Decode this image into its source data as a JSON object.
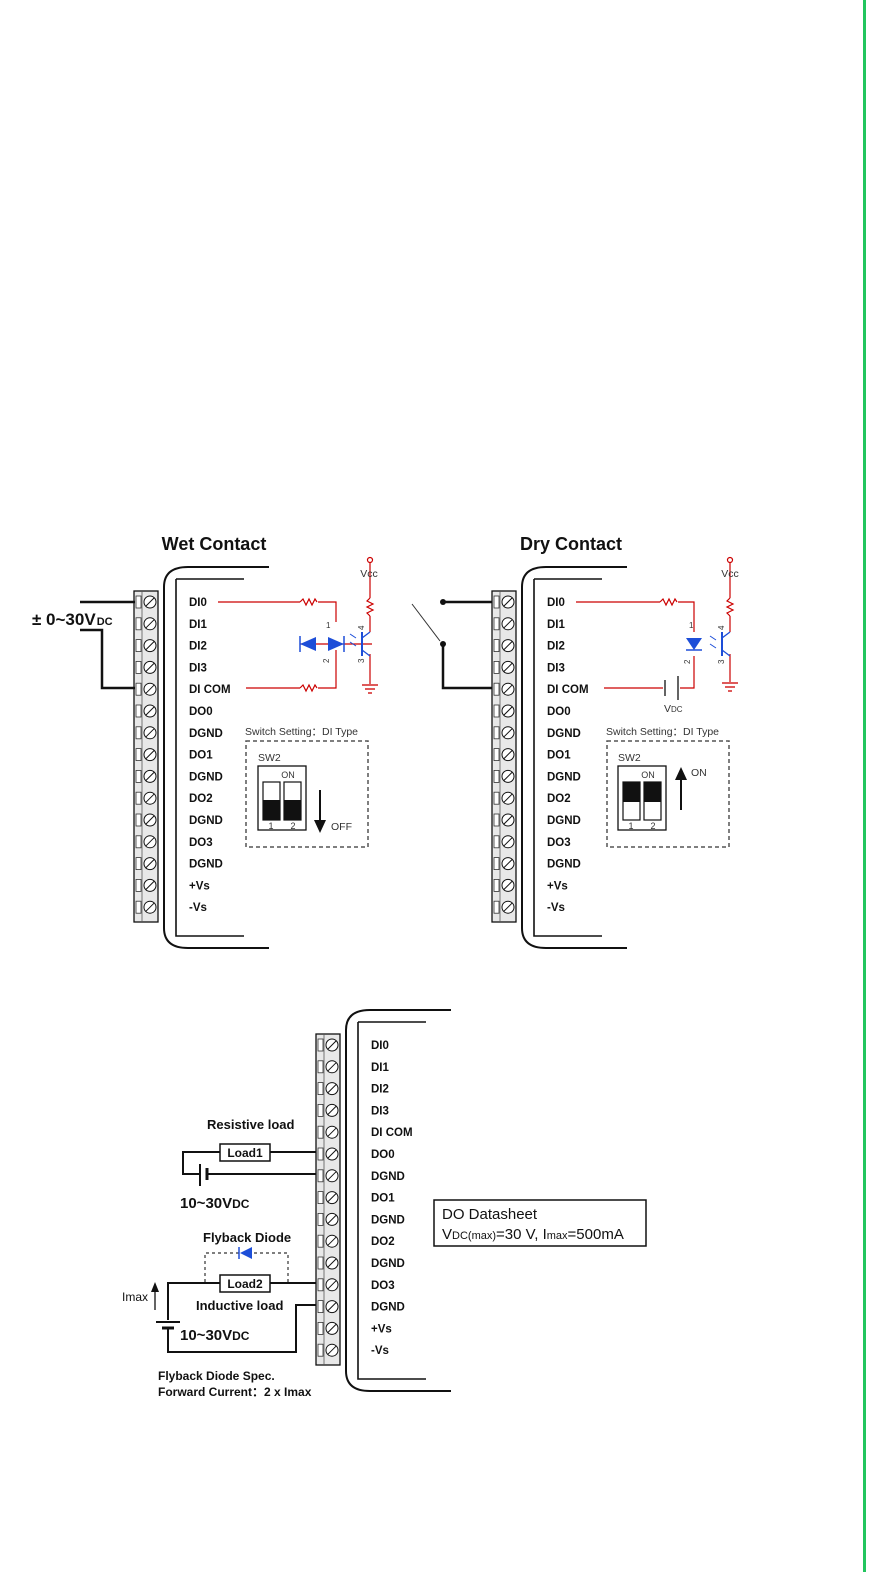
{
  "wet": {
    "title": "Wet Contact",
    "voltage_main": "± 0~30V",
    "voltage_sub": "DC",
    "vcc": "Vcc",
    "pin1": "1",
    "pin2": "2",
    "pin3": "3",
    "pin4": "4",
    "switch_title": "Switch Setting：DI Type",
    "sw_name": "SW2",
    "sw_on": "ON",
    "sw_n1": "1",
    "sw_n2": "2",
    "dir_label": "OFF"
  },
  "dry": {
    "title": "Dry Contact",
    "vcc": "Vcc",
    "vdc_main": "V",
    "vdc_sub": "DC",
    "pin1": "1",
    "pin2": "2",
    "pin3": "3",
    "pin4": "4",
    "switch_title": "Switch Setting：DI Type",
    "sw_name": "SW2",
    "sw_on": "ON",
    "sw_n1": "1",
    "sw_n2": "2",
    "dir_label": "ON"
  },
  "terminals": [
    "DI0",
    "DI1",
    "DI2",
    "DI3",
    "DI COM",
    "DO0",
    "DGND",
    "DO1",
    "DGND",
    "DO2",
    "DGND",
    "DO3",
    "DGND",
    "+Vs",
    "-Vs"
  ],
  "do": {
    "resistive_load": "Resistive load",
    "load1": "Load1",
    "supply1_main": "10~30V",
    "supply1_sub": "DC",
    "flyback_diode": "Flyback Diode",
    "load2": "Load2",
    "inductive_load": "Inductive load",
    "imax": "Imax",
    "supply2_main": "10~30V",
    "supply2_sub": "DC",
    "spec_line1": "Flyback Diode Spec.",
    "spec_line2": "Forward Current：2 x Imax",
    "datasheet_title": "DO Datasheet",
    "ds_v": "V",
    "ds_vsub": "DC(max)",
    "ds_vval": "=30 V, I",
    "ds_isub": "max",
    "ds_ival": "=500mA"
  },
  "colors": {
    "border": "#22c55e",
    "wire": "#cc0000",
    "diode": "#1d4ed8"
  }
}
